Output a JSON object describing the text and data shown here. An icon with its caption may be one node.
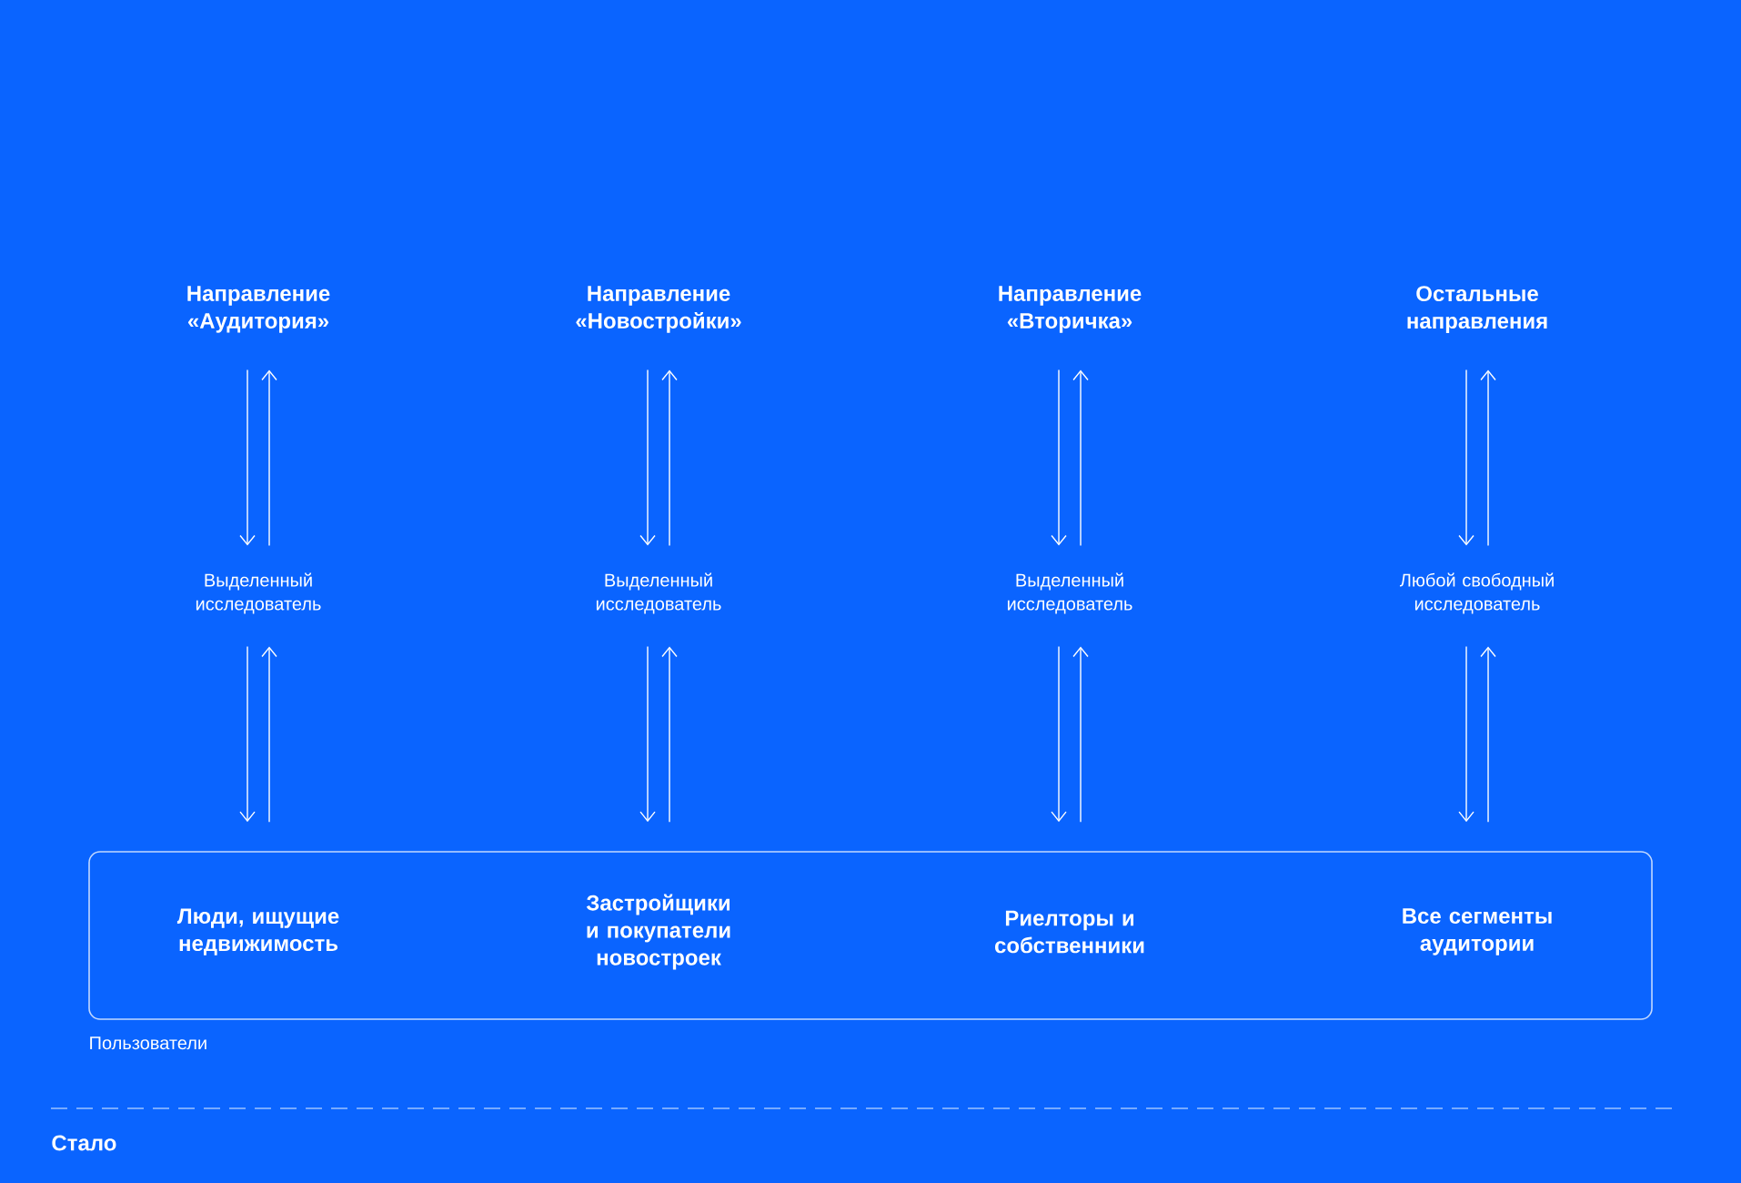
{
  "diagram": {
    "nodes": [
      {
        "text": [
          "Направление «Аудитория»"
        ]
      },
      {
        "text": [
          "Направление «Новостройки»"
        ]
      },
      {
        "text": [
          "Направление «Вторичка»"
        ]
      },
      {
        "text": [
          "Остальные направления"
        ]
      },
      {
        "text": [
          "Выделенный исследователь"
        ]
      },
      {
        "text": [
          "Выделенный исследователь"
        ]
      },
      {
        "text": [
          "Выделенный исследователь"
        ]
      },
      {
        "text": [
          "Любой свободный исследователь"
        ]
      },
      {
        "text": [
          "Пользователи"
        ]
      },
      {
        "text": [
          "Люди, ищущие недвижимость"
        ],
        "in": 8
      },
      {
        "text": [
          "Застройщики и покупатели новостроек"
        ],
        "in": 8
      },
      {
        "text": [
          "Риелторы и собственники"
        ],
        "in": 8
      },
      {
        "text": [
          "Все сегменты аудитории"
        ],
        "in": 8
      }
    ],
    "edges": [
      {
        "from": 0,
        "to": 4,
        "arrow": "to"
      },
      {
        "from": 4,
        "to": 0,
        "arrow": "to"
      },
      {
        "from": 1,
        "to": 5,
        "arrow": "to"
      },
      {
        "from": 5,
        "to": 1,
        "arrow": "to"
      },
      {
        "from": 2,
        "to": 6,
        "arrow": "to"
      },
      {
        "from": 6,
        "to": 2,
        "arrow": "to"
      },
      {
        "from": 3,
        "to": 7,
        "arrow": "to"
      },
      {
        "from": 7,
        "to": 3,
        "arrow": "to"
      },
      {
        "from": 4,
        "to": 9,
        "arrow": "to"
      },
      {
        "from": 9,
        "to": 4,
        "arrow": "to"
      },
      {
        "from": 5,
        "to": 10,
        "arrow": "to"
      },
      {
        "from": 10,
        "to": 5,
        "arrow": "to"
      },
      {
        "from": 6,
        "to": 11,
        "arrow": "to"
      },
      {
        "from": 11,
        "to": 6,
        "arrow": "to"
      },
      {
        "from": 7,
        "to": 12,
        "arrow": "to"
      },
      {
        "from": 12,
        "to": 7,
        "arrow": "to"
      }
    ],
    "labels": [
      "Стало"
    ]
  }
}
